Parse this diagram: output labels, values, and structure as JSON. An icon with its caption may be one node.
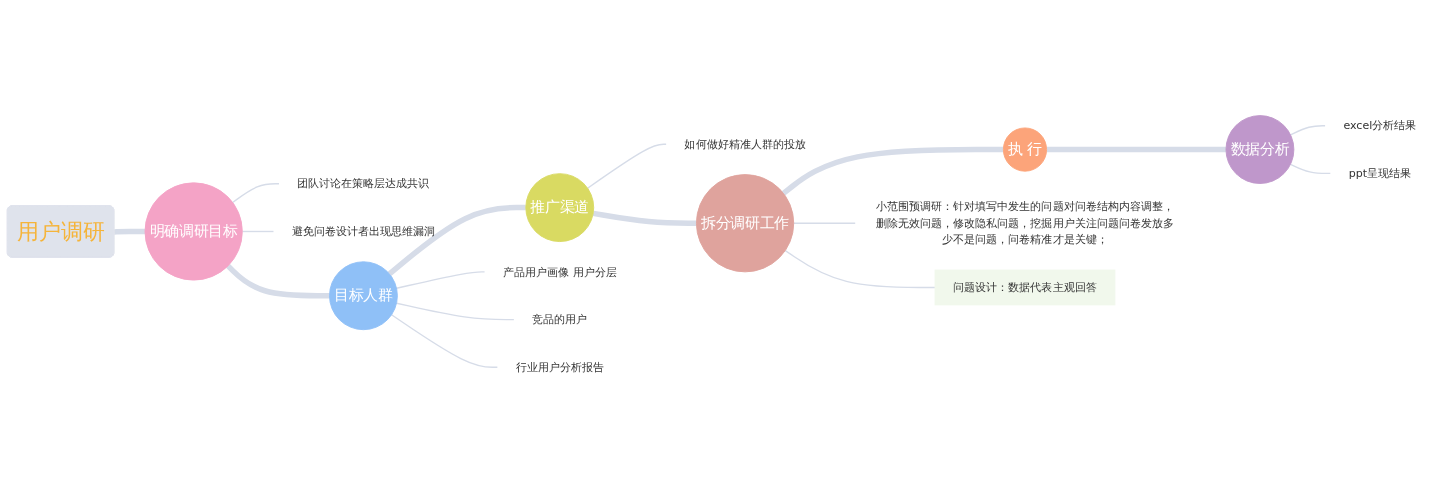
{
  "diagram": {
    "nodes": [
      {
        "text": [
          "用户调研"
        ]
      },
      {
        "text": [
          "明确调研目标"
        ]
      },
      {
        "text": [
          "团队讨论在策略层达成共识"
        ]
      },
      {
        "text": [
          "避免问卷设计者出现思维漏洞"
        ]
      },
      {
        "text": [
          "目标人群"
        ]
      },
      {
        "text": [
          "产品用户画像 用户分层"
        ]
      },
      {
        "text": [
          "竞品的用户"
        ]
      },
      {
        "text": [
          "行业用户分析报告"
        ]
      },
      {
        "text": [
          "推广渠道"
        ]
      },
      {
        "text": [
          "如何做好精准人群的投放"
        ]
      },
      {
        "text": [
          "拆分调研工作"
        ]
      },
      {
        "text": [
          "小范围预调研：针对填写中发生的问题对问卷结构内容调整，删除无效问题，修改隐私问题，挖掘用户关注问题问卷发放多少不是问题，问卷精准才是关键；"
        ]
      },
      {
        "text": [
          "问题设计：数据代表主观回答"
        ]
      },
      {
        "text": [
          "执 行"
        ]
      },
      {
        "text": [
          "数据分析"
        ]
      },
      {
        "text": [
          "excel分析结果"
        ]
      },
      {
        "text": [
          "ppt呈现结果"
        ]
      }
    ],
    "edges": [
      {
        "from": 0,
        "to": 1,
        "arrow": "none",
        "style": "thick"
      },
      {
        "from": 1,
        "to": 4,
        "arrow": "none",
        "style": "thick"
      },
      {
        "from": 4,
        "to": 8,
        "arrow": "none",
        "style": "thick"
      },
      {
        "from": 8,
        "to": 10,
        "arrow": "none",
        "style": "thick"
      },
      {
        "from": 10,
        "to": 13,
        "arrow": "none",
        "style": "thick"
      },
      {
        "from": 13,
        "to": 14,
        "arrow": "none",
        "style": "thick"
      },
      {
        "from": 1,
        "to": 2,
        "arrow": "none"
      },
      {
        "from": 1,
        "to": 3,
        "arrow": "none"
      },
      {
        "from": 4,
        "to": 5,
        "arrow": "none"
      },
      {
        "from": 4,
        "to": 6,
        "arrow": "none"
      },
      {
        "from": 4,
        "to": 7,
        "arrow": "none"
      },
      {
        "from": 8,
        "to": 9,
        "arrow": "none"
      },
      {
        "from": 10,
        "to": 11,
        "arrow": "none"
      },
      {
        "from": 10,
        "to": 12,
        "arrow": "none"
      },
      {
        "from": 14,
        "to": 15,
        "arrow": "none"
      },
      {
        "from": 14,
        "to": 16,
        "arrow": "none"
      }
    ]
  }
}
